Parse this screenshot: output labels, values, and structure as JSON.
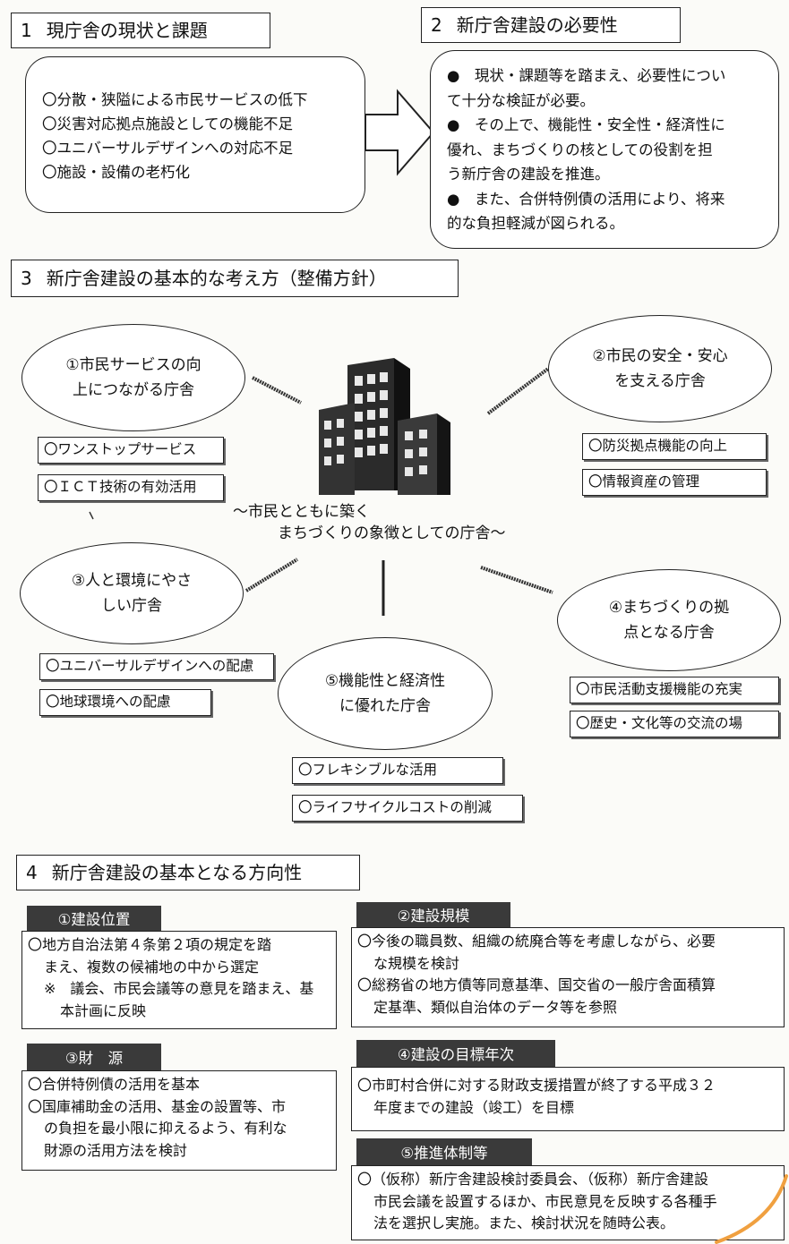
{
  "section1": {
    "num": "1",
    "title": "現庁舎の現状と課題",
    "items": [
      "〇分散・狭隘による市民サービスの低下",
      "〇災害対応拠点施設としての機能不足",
      "〇ユニバーサルデザインへの対応不足",
      "〇施設・設備の老朽化"
    ]
  },
  "section2": {
    "num": "2",
    "title": "新庁舎建設の必要性",
    "bullets": [
      [
        "●　現状・課題等を踏まえ、必要性につい",
        "て十分な検証が必要。"
      ],
      [
        "●　その上で、機能性・安全性・経済性に",
        "優れ、まちづくりの核としての役割を担",
        "う新庁舎の建設を推進。"
      ],
      [
        "●　また、合併特例債の活用により、将来",
        "的な負担軽減が図られる。"
      ]
    ]
  },
  "section3": {
    "num": "3",
    "title": "新庁舎建設の基本的な考え方（整備方針）",
    "slogan": [
      "～市民とともに築く",
      "まちづくりの象徴としての庁舎～"
    ],
    "policies": [
      {
        "label": [
          "①市民サービスの向",
          "上につながる庁舎"
        ],
        "items": [
          "〇ワンストップサービス",
          "〇ＩＣＴ技術の有効活用"
        ]
      },
      {
        "label": [
          "②市民の安全・安心",
          "を支える庁舎"
        ],
        "items": [
          "〇防災拠点機能の向上",
          "〇情報資産の管理"
        ]
      },
      {
        "label": [
          "③人と環境にやさ",
          "しい庁舎"
        ],
        "items": [
          "〇ユニバーサルデザインへの配慮",
          "〇地球環境への配慮"
        ]
      },
      {
        "label": [
          "④まちづくりの拠",
          "点となる庁舎"
        ],
        "items": [
          "〇市民活動支援機能の充実",
          "〇歴史・文化等の交流の場"
        ]
      },
      {
        "label": [
          "⑤機能性と経済性",
          "に優れた庁舎"
        ],
        "items": [
          "〇フレキシブルな活用",
          "〇ライフサイクルコストの削減"
        ]
      }
    ]
  },
  "section4": {
    "num": "4",
    "title": "新庁舎建設の基本となる方向性",
    "blocks": [
      {
        "label": "①建設位置",
        "lines": [
          "〇地方自治法第４条第２項の規定を踏",
          "まえ、複数の候補地の中から選定",
          "※　議会、市民会議等の意見を踏まえ、基",
          "本計画に反映"
        ]
      },
      {
        "label": "②建設規模",
        "lines": [
          "〇今後の職員数、組織の統廃合等を考慮しながら、必要",
          "な規模を検討",
          "〇総務省の地方債等同意基準、国交省の一般庁舎面積算",
          "定基準、類似自治体のデータ等を参照"
        ]
      },
      {
        "label": "③財　源",
        "lines": [
          "〇合併特例債の活用を基本",
          "〇国庫補助金の活用、基金の設置等、市",
          "の負担を最小限に抑えるよう、有利な",
          "財源の活用方法を検討"
        ]
      },
      {
        "label": "④建設の目標年次",
        "lines": [
          "〇市町村合併に対する財政支援措置が終了する平成３２",
          "年度までの建設（竣工）を目標"
        ]
      },
      {
        "label": "⑤推進体制等",
        "lines": [
          "〇（仮称）新庁舎建設検討委員会、（仮称）新庁舎建設",
          "市民会議を設置するほか、市民意見を反映する各種手",
          "法を選択し実施。また、検討状況を随時公表。"
        ]
      }
    ]
  }
}
